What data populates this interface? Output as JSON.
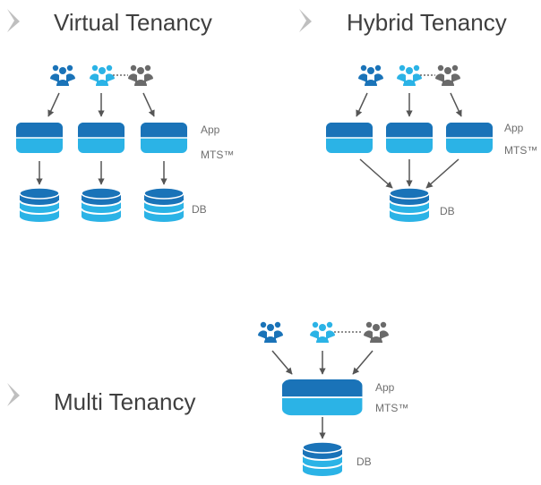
{
  "colors": {
    "dark_blue": "#1a73b8",
    "light_blue": "#2bb3e6",
    "gray": "#6a6a6a",
    "arrow": "#555555",
    "chevron": "#bfbfbf"
  },
  "icons": [
    "chevron-arrow-icon",
    "user-group-icon",
    "app-server-icon",
    "database-icon"
  ],
  "sections": {
    "virtual": {
      "title": "Virtual Tenancy",
      "app": "App",
      "mts": "MTS™",
      "db": "DB"
    },
    "hybrid": {
      "title": "Hybrid Tenancy",
      "app": "App",
      "mts": "MTS™",
      "db": "DB"
    },
    "multi": {
      "title": "Multi Tenancy",
      "app": "App",
      "mts": "MTS™",
      "db": "DB"
    }
  }
}
